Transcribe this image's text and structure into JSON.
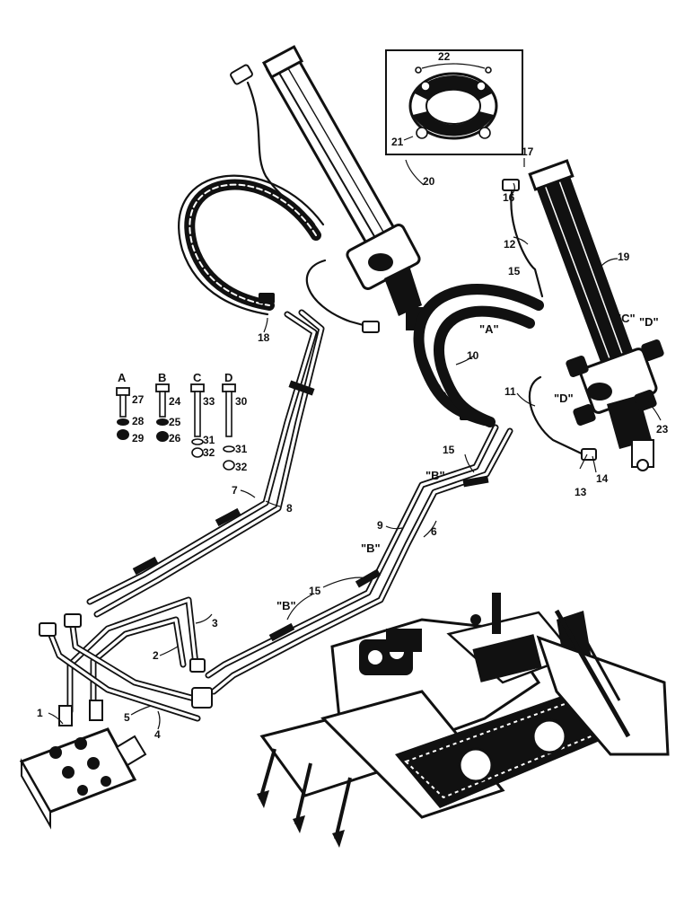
{
  "figure": {
    "callouts": [
      {
        "id": "c1",
        "text": "1"
      },
      {
        "id": "c2",
        "text": "2"
      },
      {
        "id": "c3",
        "text": "3"
      },
      {
        "id": "c4",
        "text": "4"
      },
      {
        "id": "c5",
        "text": "5"
      },
      {
        "id": "c6",
        "text": "6"
      },
      {
        "id": "c7",
        "text": "7"
      },
      {
        "id": "c8",
        "text": "8"
      },
      {
        "id": "c9",
        "text": "9"
      },
      {
        "id": "c10",
        "text": "10"
      },
      {
        "id": "c11",
        "text": "11"
      },
      {
        "id": "c12",
        "text": "12"
      },
      {
        "id": "c13",
        "text": "13"
      },
      {
        "id": "c14",
        "text": "14"
      },
      {
        "id": "c15a",
        "text": "15"
      },
      {
        "id": "c15b",
        "text": "15"
      },
      {
        "id": "c15c",
        "text": "15"
      },
      {
        "id": "c16",
        "text": "16"
      },
      {
        "id": "c17",
        "text": "17"
      },
      {
        "id": "c18",
        "text": "18"
      },
      {
        "id": "c19",
        "text": "19"
      },
      {
        "id": "c20",
        "text": "20"
      },
      {
        "id": "c21",
        "text": "21"
      },
      {
        "id": "c22",
        "text": "22"
      },
      {
        "id": "c23",
        "text": "23"
      },
      {
        "id": "c24",
        "text": "24"
      },
      {
        "id": "c25",
        "text": "25"
      },
      {
        "id": "c26",
        "text": "26"
      },
      {
        "id": "c27",
        "text": "27"
      },
      {
        "id": "c28",
        "text": "28"
      },
      {
        "id": "c29",
        "text": "29"
      },
      {
        "id": "c30",
        "text": "30"
      },
      {
        "id": "c31a",
        "text": "31"
      },
      {
        "id": "c31b",
        "text": "31"
      },
      {
        "id": "c32a",
        "text": "32"
      },
      {
        "id": "c32b",
        "text": "32"
      },
      {
        "id": "c33",
        "text": "33"
      }
    ],
    "letters": [
      {
        "id": "LA",
        "text": "A"
      },
      {
        "id": "LB",
        "text": "B"
      },
      {
        "id": "LC",
        "text": "C"
      },
      {
        "id": "LD",
        "text": "D"
      },
      {
        "id": "qA",
        "text": "\"A\""
      },
      {
        "id": "qB1",
        "text": "\"B\""
      },
      {
        "id": "qB2",
        "text": "\"B\""
      },
      {
        "id": "qB3",
        "text": "\"B\""
      },
      {
        "id": "qC",
        "text": "\"C\""
      },
      {
        "id": "qD1",
        "text": "\"D\""
      },
      {
        "id": "qD2",
        "text": "\"D\""
      }
    ]
  }
}
